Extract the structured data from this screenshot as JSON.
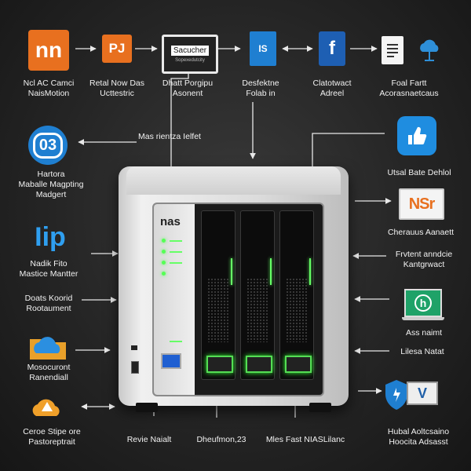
{
  "center": {
    "brand": "nas"
  },
  "top_items": [
    {
      "lines": [
        "Ncl AC Camci",
        "NaisMotion"
      ],
      "icon": "orange-square-logo-icon",
      "icon_text": "nn"
    },
    {
      "lines": [
        "Retal Now Das",
        "Ucttestric"
      ],
      "icon": "orange-document-icon",
      "icon_text": "PJ"
    },
    {
      "lines": [
        "Dhatt Porgipu",
        "Asonent"
      ],
      "icon": "monitor-icon",
      "icon_text": "Sacucher",
      "icon_subtext": "Sopexedutcity"
    },
    {
      "lines": [
        "Desfektne",
        "Folab in"
      ],
      "icon": "blue-flag-icon",
      "icon_text": "IS"
    },
    {
      "lines": [
        "Clatotwact",
        "Adreel"
      ],
      "icon": "blue-square-f-icon",
      "icon_text": "f"
    },
    {
      "lines": [
        "Foal Fartt",
        "Acorasnaetcaus"
      ],
      "icon": "document-cloud-icon"
    }
  ],
  "mid_label": "Mas rientza Ielfet",
  "left_items": [
    {
      "lines": [
        "Hartora",
        "Maballe Magpting",
        "Madgert"
      ],
      "icon": "blue-circle-logo-icon",
      "icon_text": "03"
    },
    {
      "lines": [
        "Nadik Fito",
        "Mastice Mantter"
      ],
      "icon": "blue-tip-icon",
      "icon_text": "Iip"
    },
    {
      "lines": [
        "Doats Koorid",
        "Rootaument"
      ]
    },
    {
      "lines": [
        "Mosocuront",
        "Ranendiall"
      ],
      "icon": "cloud-folder-icon"
    },
    {
      "lines": [
        "Ceroe Stipe ore",
        "Pastoreptrait"
      ],
      "icon": "orange-cloud-icon"
    }
  ],
  "right_items": [
    {
      "lines": [
        "Utsal Bate Dehlol"
      ],
      "icon": "blue-thumbs-icon"
    },
    {
      "lines": [
        "Cherauus Aanaett"
      ],
      "icon": "nsr-monitor-icon",
      "icon_text": "NSr"
    },
    {
      "lines": [
        "Frvtent anndcie",
        "Kantgrwact"
      ]
    },
    {
      "lines": [
        "Ass naimt"
      ],
      "icon": "laptop-icon",
      "icon_text": "h"
    },
    {
      "lines": [
        "Lilesa Natat"
      ]
    },
    {
      "lines": [
        "Hubal Aoltcsaino",
        "Hoocita Adsasst"
      ],
      "icon": "shield-monitor-icon",
      "icon_text": "V"
    }
  ],
  "bottom_items": [
    {
      "lines": [
        "Revie Naialt"
      ]
    },
    {
      "lines": [
        "Dheufmon,23"
      ]
    },
    {
      "lines": [
        "Mles Fast NIASLilanc"
      ]
    }
  ],
  "colors": {
    "accent_green": "#55dd55",
    "orange": "#e8701f",
    "blue": "#1f7fd1"
  }
}
